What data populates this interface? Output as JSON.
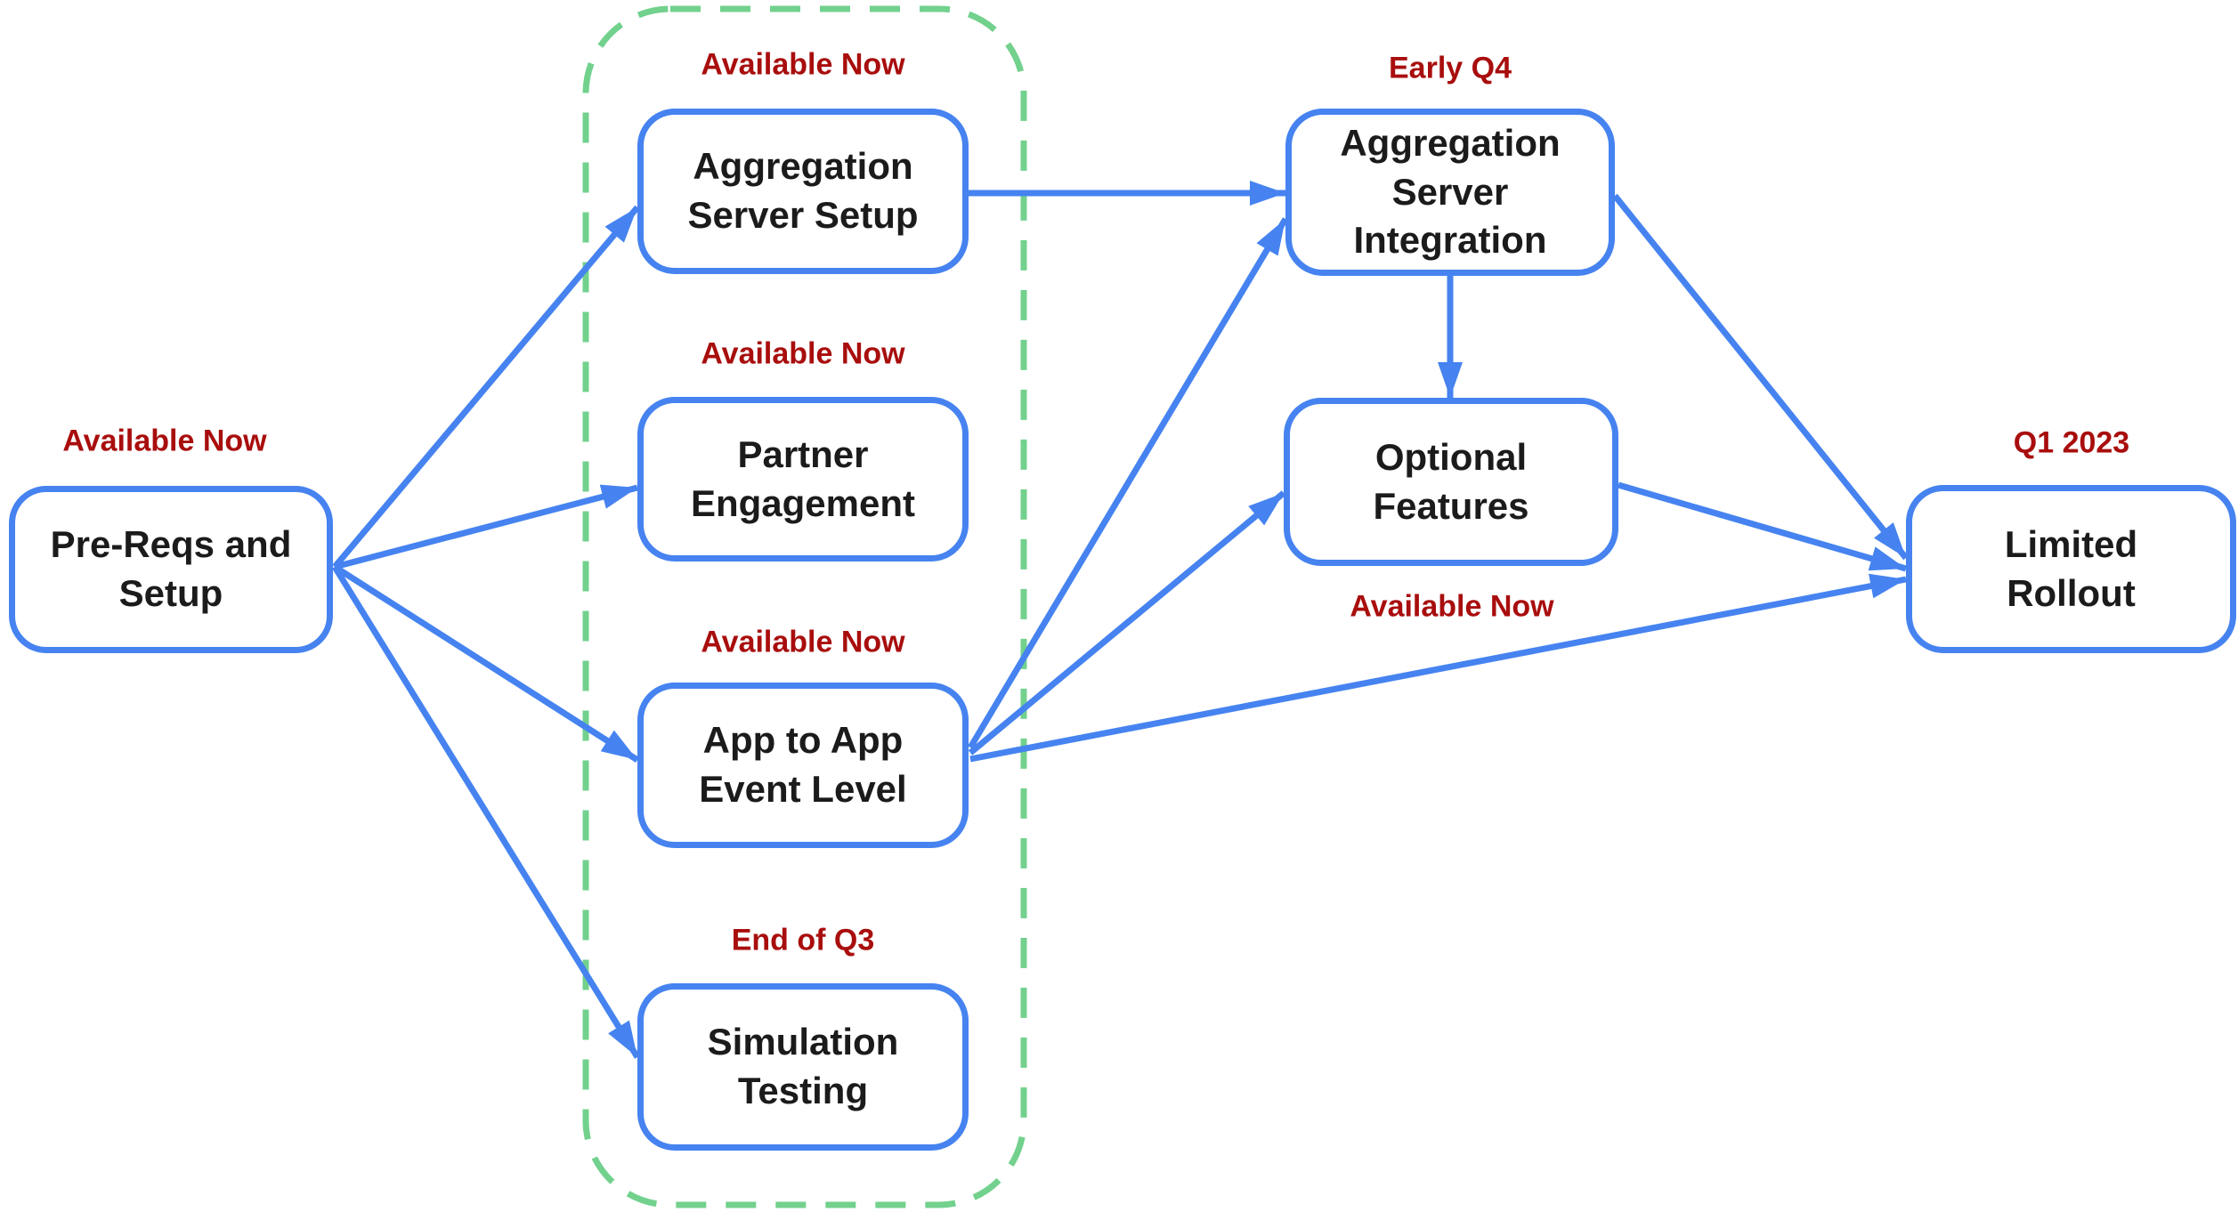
{
  "diagram": {
    "nodes": {
      "pre_reqs": {
        "label": "Pre-Reqs and\nSetup",
        "status": "Available Now"
      },
      "agg_setup": {
        "label": "Aggregation\nServer Setup",
        "status": "Available Now"
      },
      "partner": {
        "label": "Partner\nEngagement",
        "status": "Available Now"
      },
      "app_event": {
        "label": "App to App\nEvent Level",
        "status": "Available Now"
      },
      "sim_test": {
        "label": "Simulation\nTesting",
        "status": "End of Q3"
      },
      "agg_integration": {
        "label": "Aggregation\nServer\nIntegration",
        "status": "Early Q4"
      },
      "optional": {
        "label": "Optional\nFeatures",
        "status": "Available Now"
      },
      "rollout": {
        "label": "Limited\nRollout",
        "status": "Q1 2023"
      }
    },
    "edges": [
      {
        "from": "pre_reqs",
        "to": "agg_setup"
      },
      {
        "from": "pre_reqs",
        "to": "partner"
      },
      {
        "from": "pre_reqs",
        "to": "app_event"
      },
      {
        "from": "pre_reqs",
        "to": "sim_test"
      },
      {
        "from": "agg_setup",
        "to": "agg_integration"
      },
      {
        "from": "app_event",
        "to": "agg_integration"
      },
      {
        "from": "app_event",
        "to": "optional"
      },
      {
        "from": "app_event",
        "to": "rollout"
      },
      {
        "from": "agg_integration",
        "to": "optional"
      },
      {
        "from": "agg_integration",
        "to": "rollout"
      },
      {
        "from": "optional",
        "to": "rollout"
      }
    ],
    "colors": {
      "node_border": "#4683F0",
      "arrow": "#4683F0",
      "node_text": "#1B1B1B",
      "status_text": "#A80E0D",
      "group_outline": "#72D18D",
      "background": "#FFFFFF"
    }
  }
}
